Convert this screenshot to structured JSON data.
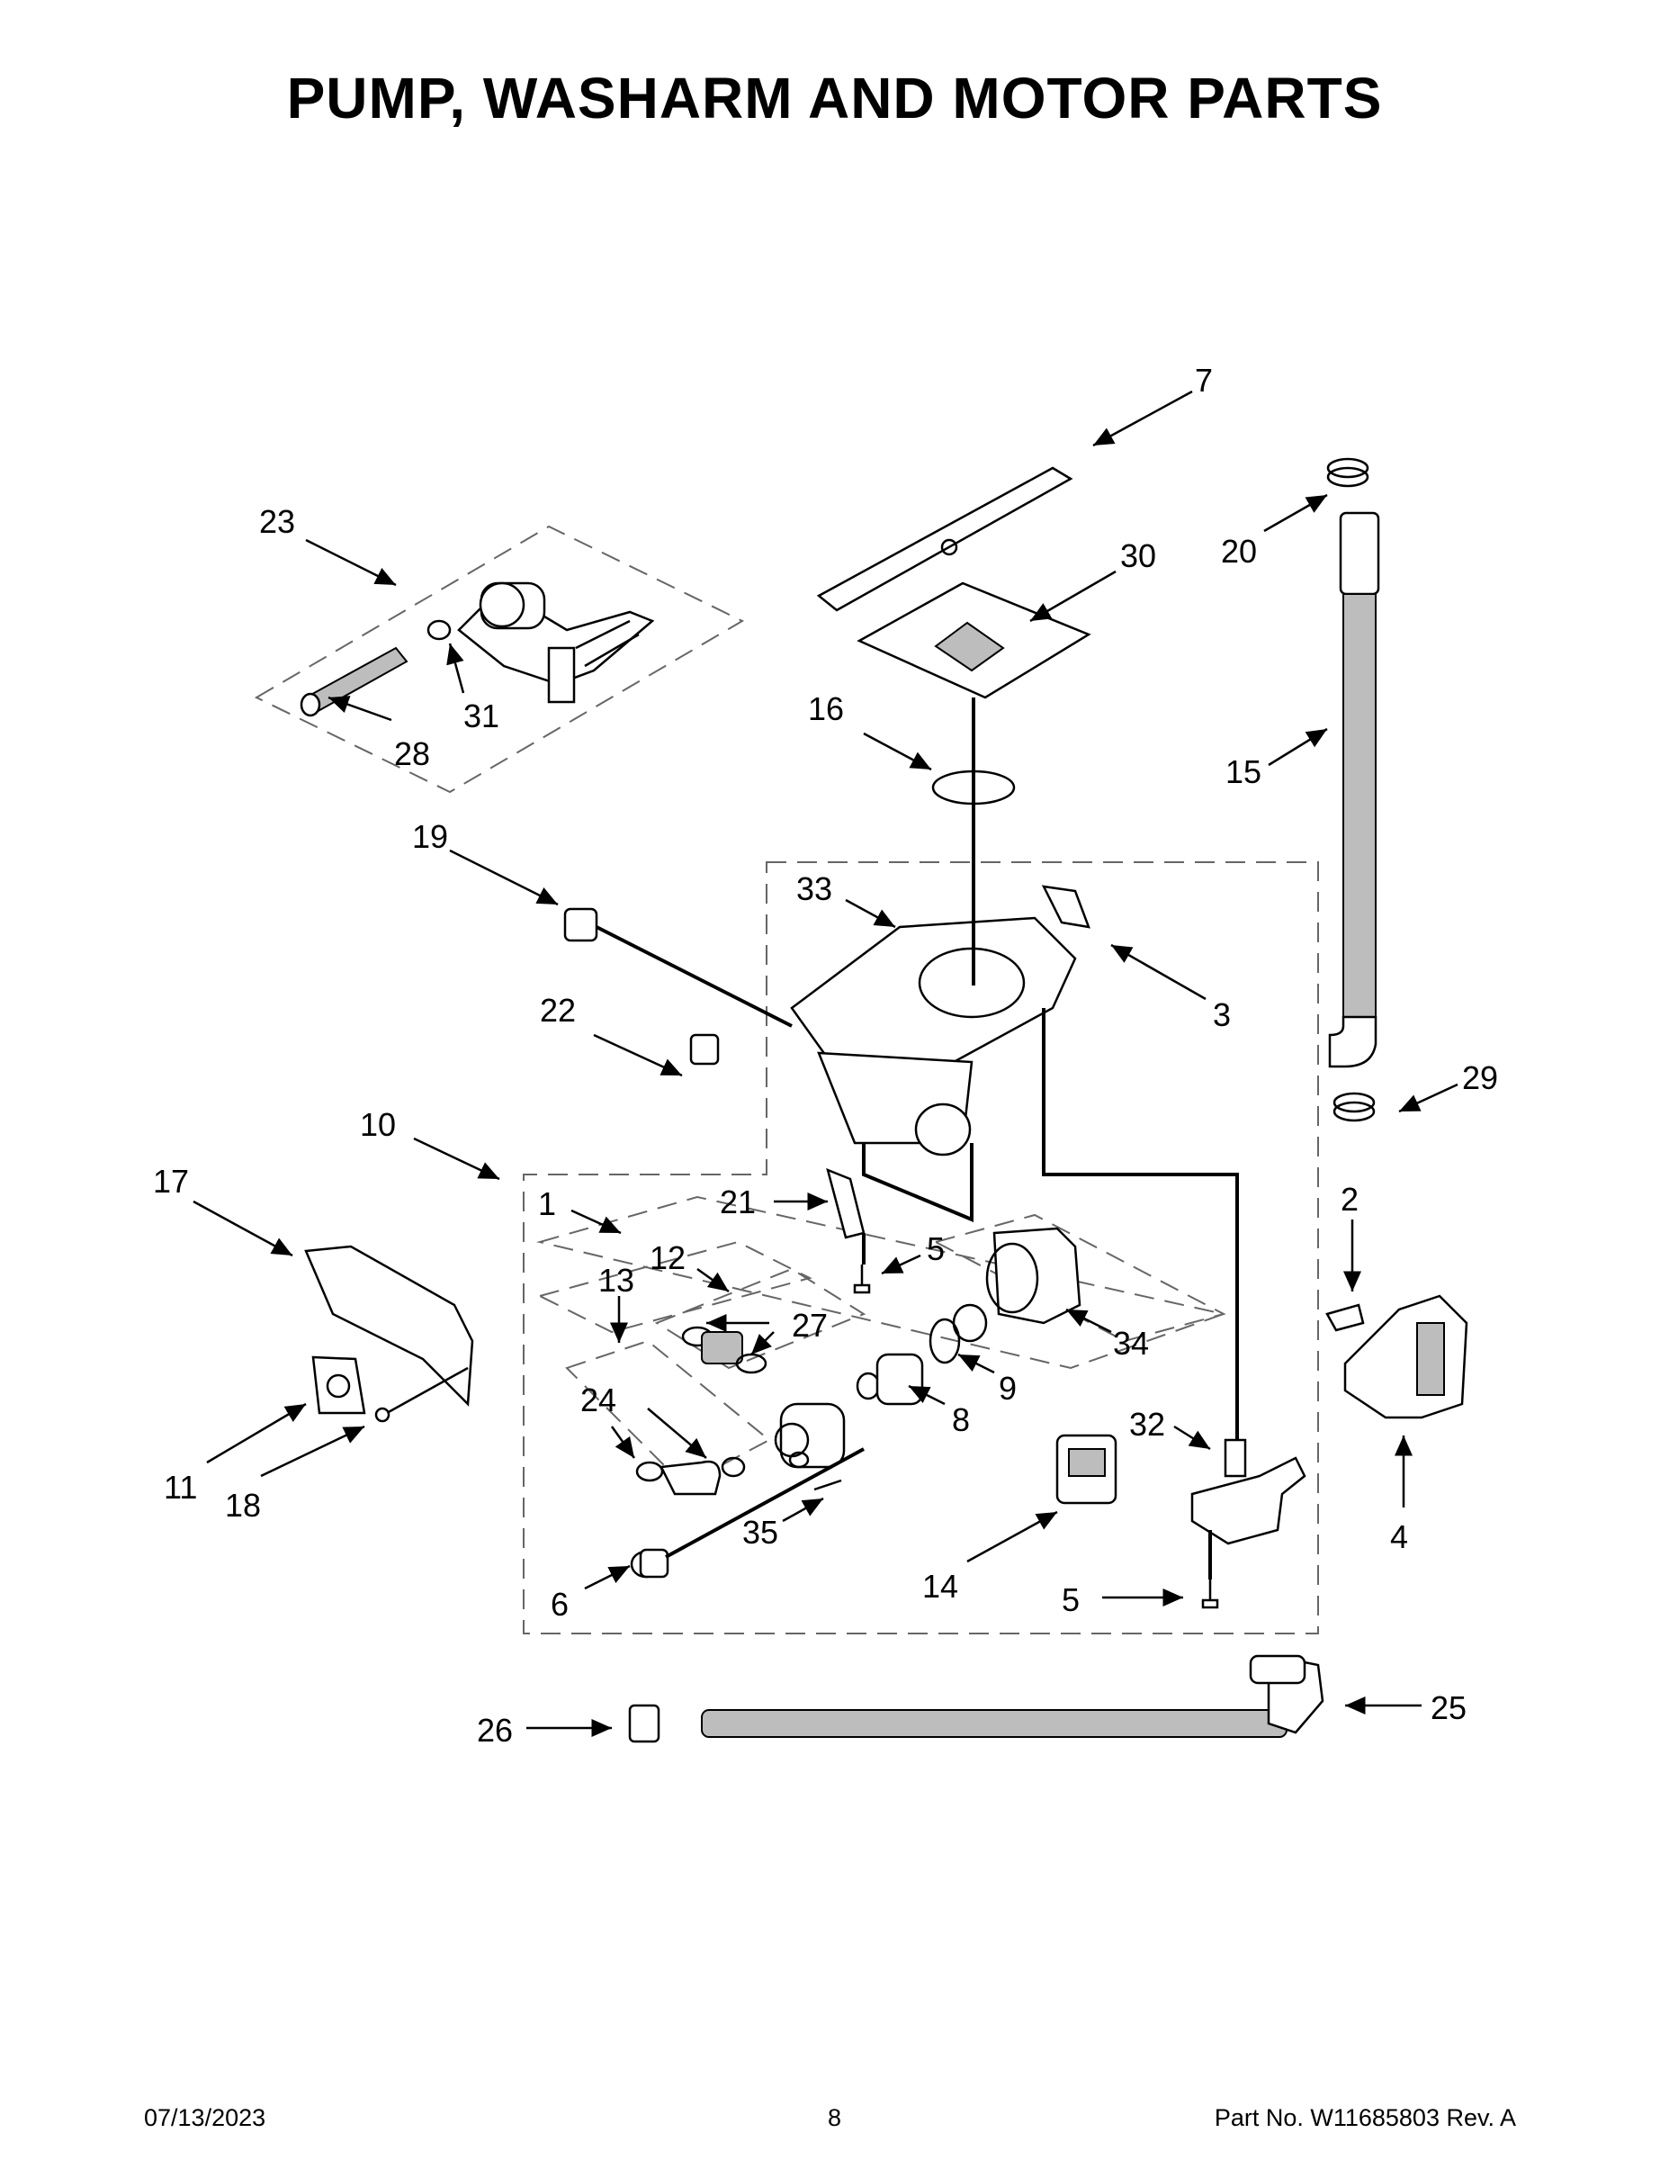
{
  "title": "PUMP, WASHARM AND MOTOR PARTS",
  "callouts": [
    "7",
    "30",
    "23",
    "31",
    "28",
    "20",
    "16",
    "15",
    "19",
    "33",
    "3",
    "22",
    "29",
    "10",
    "1",
    "21",
    "17",
    "2",
    "5",
    "12",
    "13",
    "27",
    "34",
    "24",
    "9",
    "8",
    "11",
    "18",
    "35",
    "32",
    "4",
    "6",
    "14",
    "5",
    "26",
    "25"
  ],
  "footer": {
    "date": "07/13/2023",
    "page": "8",
    "part_no": "Part No.  W11685803  Rev.  A"
  }
}
